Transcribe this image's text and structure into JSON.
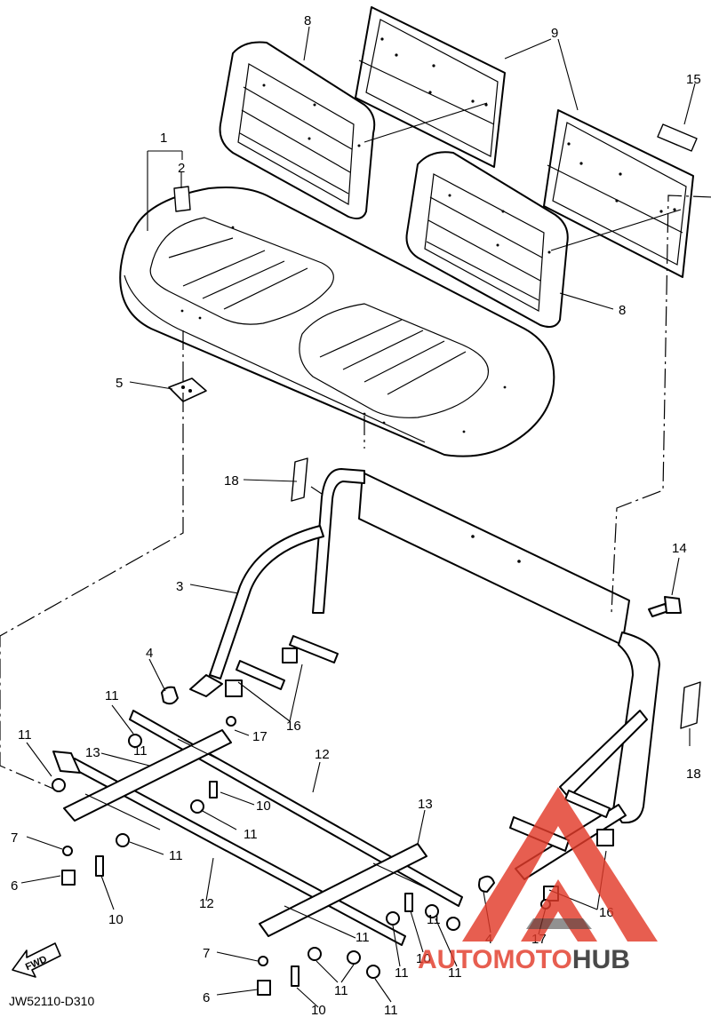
{
  "diagram_code": "JW52110-D310",
  "fwd_arrow_label": "FWD",
  "callouts": [
    "1",
    "2",
    "3",
    "4",
    "4",
    "5",
    "6",
    "6",
    "7",
    "7",
    "8",
    "8",
    "9",
    "10",
    "10",
    "10",
    "10",
    "11",
    "11",
    "11",
    "11",
    "11",
    "11",
    "11",
    "11",
    "11",
    "11",
    "11",
    "12",
    "12",
    "13",
    "13",
    "14",
    "15",
    "16",
    "16",
    "17",
    "17",
    "18",
    "18"
  ],
  "watermark": {
    "brand_a": "AUTO",
    "brand_b": "MOTO",
    "brand_c": "HUB",
    "colors": {
      "red": "#e23b2a",
      "dark": "#222222"
    }
  }
}
